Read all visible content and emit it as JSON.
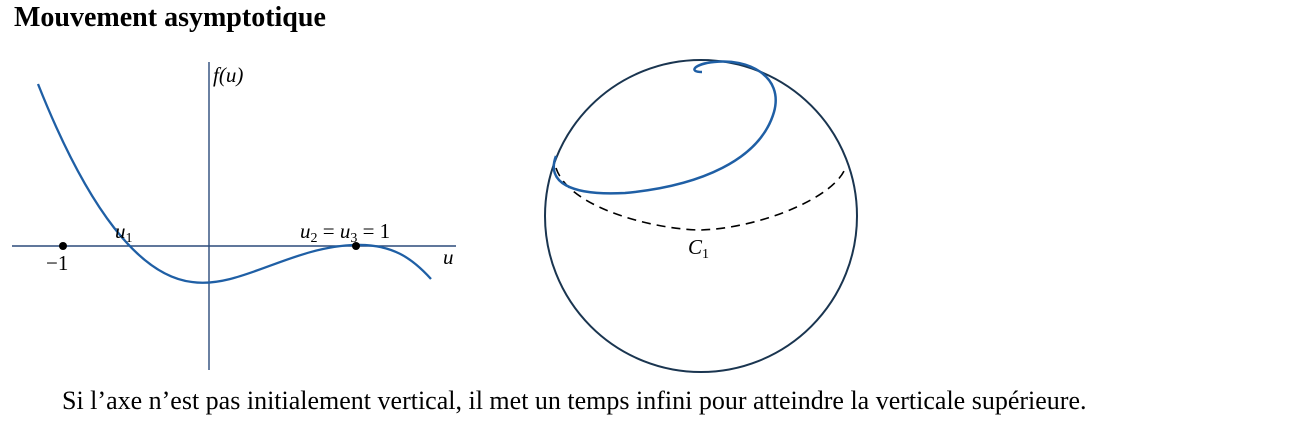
{
  "title": "Mouvement asymptotique",
  "caption": "Si l’axe n’est pas initialement vertical, il met un temps infini pour atteindre la verticale supérieure.",
  "plot": {
    "y_label": "f(u)",
    "x_label": "u",
    "u1_label": "u",
    "u1_sub": "1",
    "tick_minus_one": "−1",
    "root_eq": {
      "a": "u",
      "a_sub": "2",
      "eq1": " = ",
      "b": "u",
      "b_sub": "3",
      "eq2": " = 1"
    }
  },
  "sphere": {
    "circle_label": "C",
    "circle_sub": "1"
  },
  "colors": {
    "curve": "#1f5fa5",
    "sphere": "#1a3550",
    "axes": "#2b4a7a"
  }
}
